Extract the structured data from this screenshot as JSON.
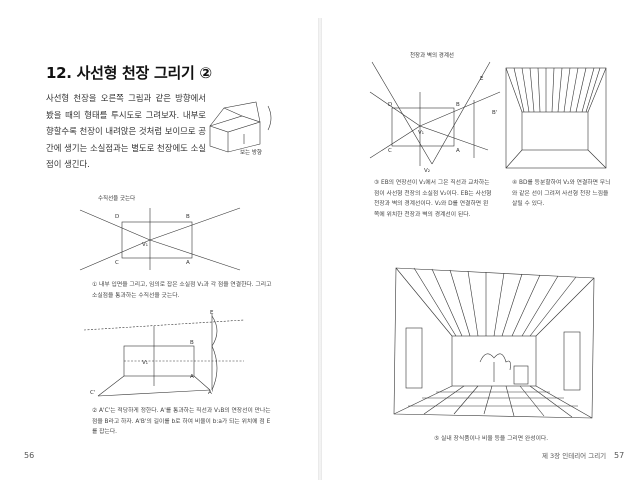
{
  "left_page": {
    "title": "12. 사선형 천장 그리기 ②",
    "intro": "사선형 천장을 오른쪽 그림과 같은 방향에서 봤을 때의 형태를 투시도로 그려보자. 내부로 향할수록 천장이 내려앉은 것처럼 보이므로 공간에 생기는 소실점과는 별도로 천장에도 소실점이 생긴다.",
    "thumb_label": "보는 방향",
    "fig1": {
      "label_top": "수직선을 긋는다",
      "points": [
        "D",
        "B",
        "C",
        "A",
        "V₁"
      ],
      "caption": "① 내부 입면을 그리고, 임의로 잡은 소실점 V₁과 각 점을 연결한다. 그리고 소실점을 통과하는 수직선을 긋는다."
    },
    "fig2": {
      "points": [
        "E",
        "B",
        "A",
        "A'",
        "C'",
        "V₁"
      ],
      "caption": "② A'C'는 적당하게 정한다. A'를 통과하는 직선과 V₁B의 연장선이 만나는 점을 B라고 하자. A'B'의 길이를 b로 하여 비율이 b:a가 되는 위치에 점 E를 잡는다."
    },
    "page_number": "56"
  },
  "right_page": {
    "fig3": {
      "label_top": "천장과 벽의 경계선",
      "points": [
        "D",
        "B",
        "C",
        "A",
        "V₁",
        "V₂",
        "E",
        "B'"
      ],
      "caption": "③ EB의 연장선이 V₁에서 그은 직선과 교차하는 점이 사선형 천장의 소실점 V₂이다. EB는 사선형 천장과 벽의 경계선이다. V₂와 D를 연결하면 왼쪽에 위치한 천장과 벽의 경계선이 된다."
    },
    "fig4": {
      "caption": "④ BD를 등분할하여 V₂와 연결하면 무늬와 같은 선이 그려져 사선형 천장 느낌을 살릴 수 있다."
    },
    "fig5": {
      "caption": "⑤ 실내 장식품이나 비율 등을 그리면 완성이다."
    },
    "running_head": "제 3장 인테리어 그리기",
    "page_number": "57"
  }
}
